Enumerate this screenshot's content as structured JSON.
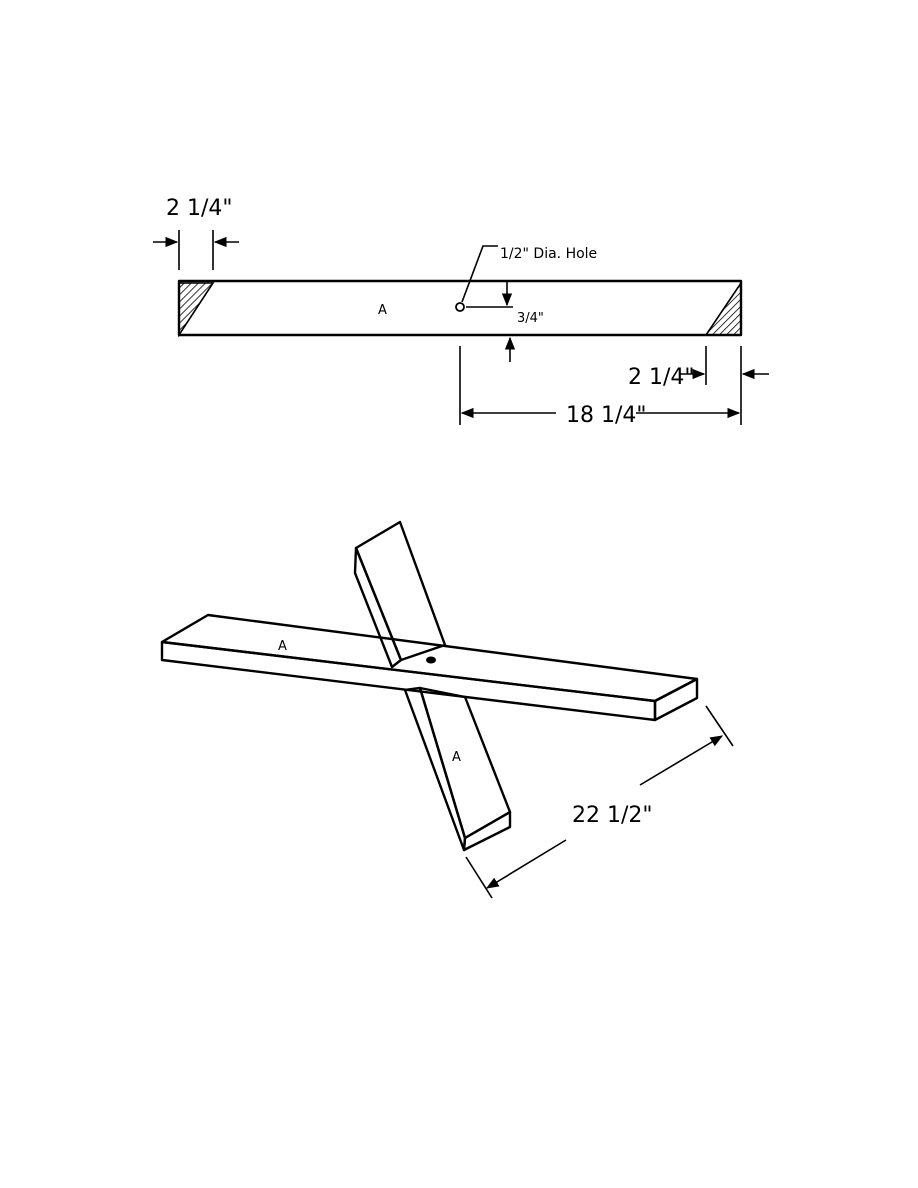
{
  "top_view": {
    "part_label": "A",
    "hole_note": "1/2\" Dia. Hole",
    "dim_left_end": "2 1/4\"",
    "dim_hole_offset": "3/4\"",
    "dim_right_end": "2 1/4\"",
    "dim_hole_to_end": "18 1/4\""
  },
  "iso_view": {
    "part_label_upper": "A",
    "part_label_lower": "A",
    "dim_length": "22 1/2\""
  }
}
